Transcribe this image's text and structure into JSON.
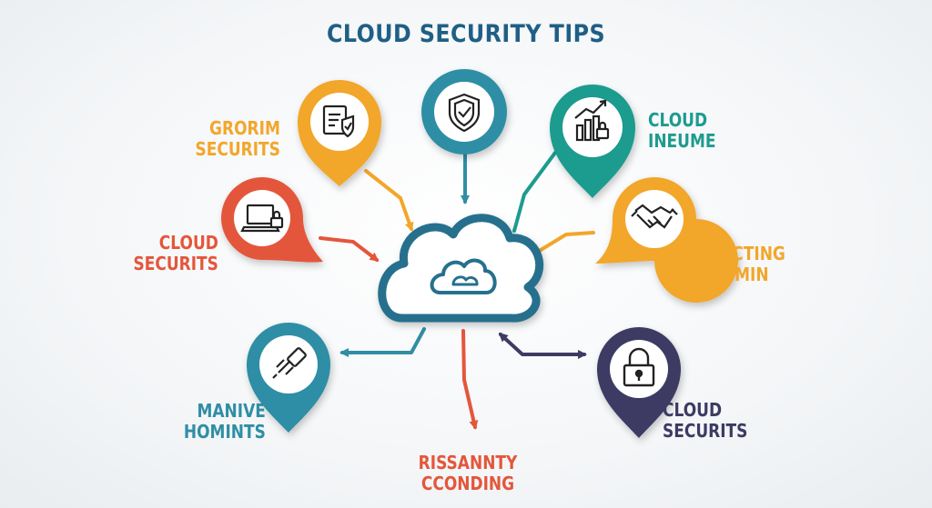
{
  "title": "CLOUD SECURITY TIPS",
  "colors": {
    "title": "#1f5f86",
    "orange": "#f2a62a",
    "teal_blue": "#2f8ea5",
    "green": "#1e9b8f",
    "red": "#e4563b",
    "purple": "#3d3a63",
    "cloud": "#25708e"
  },
  "nodes": {
    "top_left": {
      "line1": "GRORIM",
      "line2": "SECURITS",
      "icon": "document-shield-icon"
    },
    "top_center": {
      "icon": "shield-check-icon"
    },
    "top_right": {
      "line1": "CLOUD",
      "line2": "INEUME",
      "icon": "growth-chart-lock-icon"
    },
    "mid_left": {
      "line1": "CLOUD",
      "line2": "SECURITS",
      "icon": "laptop-lock-icon"
    },
    "mid_right": {
      "line1": "TRECTING",
      "line2": "SKOMIN",
      "icon": "handshake-icon"
    },
    "bottom_left": {
      "line1": "MANIVE",
      "line2": "HOMINTS",
      "icon": "usb-plug-icon"
    },
    "bottom_center": {
      "line1": "RISSANNTY",
      "line2": "CCONDING"
    },
    "bottom_right": {
      "line1": "CLOUD",
      "line2": "SECURITS",
      "icon": "padlock-icon"
    }
  }
}
